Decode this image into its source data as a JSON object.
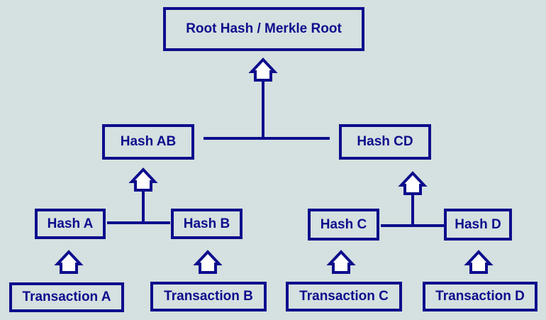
{
  "diagram": {
    "colors": {
      "stroke": "#0d0d8c",
      "background": "#d5e0e0"
    },
    "root": {
      "label": "Root Hash / Merkle Root"
    },
    "level1": {
      "hash_ab": "Hash AB",
      "hash_cd": "Hash CD"
    },
    "level2": {
      "hash_a": "Hash A",
      "hash_b": "Hash B",
      "hash_c": "Hash C",
      "hash_d": "Hash D"
    },
    "transactions": {
      "a": "Transaction A",
      "b": "Transaction B",
      "c": "Transaction C",
      "d": "Transaction D"
    },
    "edges": [
      {
        "from": "transaction-a",
        "to": "hash-a"
      },
      {
        "from": "transaction-b",
        "to": "hash-b"
      },
      {
        "from": "transaction-c",
        "to": "hash-c"
      },
      {
        "from": "transaction-d",
        "to": "hash-d"
      },
      {
        "from": "hash-a+hash-b",
        "to": "hash-ab"
      },
      {
        "from": "hash-c+hash-d",
        "to": "hash-cd"
      },
      {
        "from": "hash-ab+hash-cd",
        "to": "root-hash"
      }
    ]
  }
}
